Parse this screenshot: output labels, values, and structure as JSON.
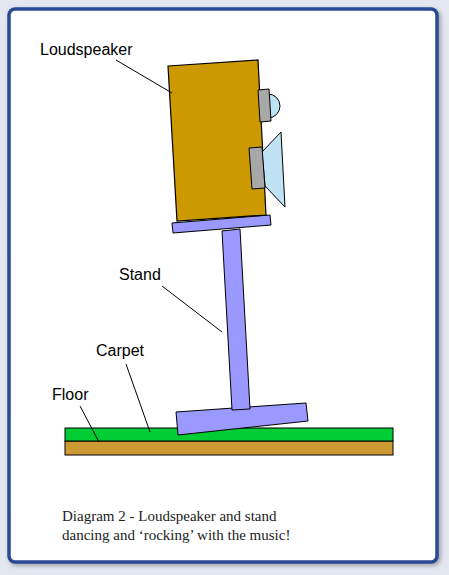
{
  "diagram": {
    "caption": "Diagram 2 - Loudspeaker and stand dancing and ‘rocking’ with the music!",
    "labels": [
      "Loudspeaker",
      "Stand",
      "Carpet",
      "Floor"
    ]
  }
}
